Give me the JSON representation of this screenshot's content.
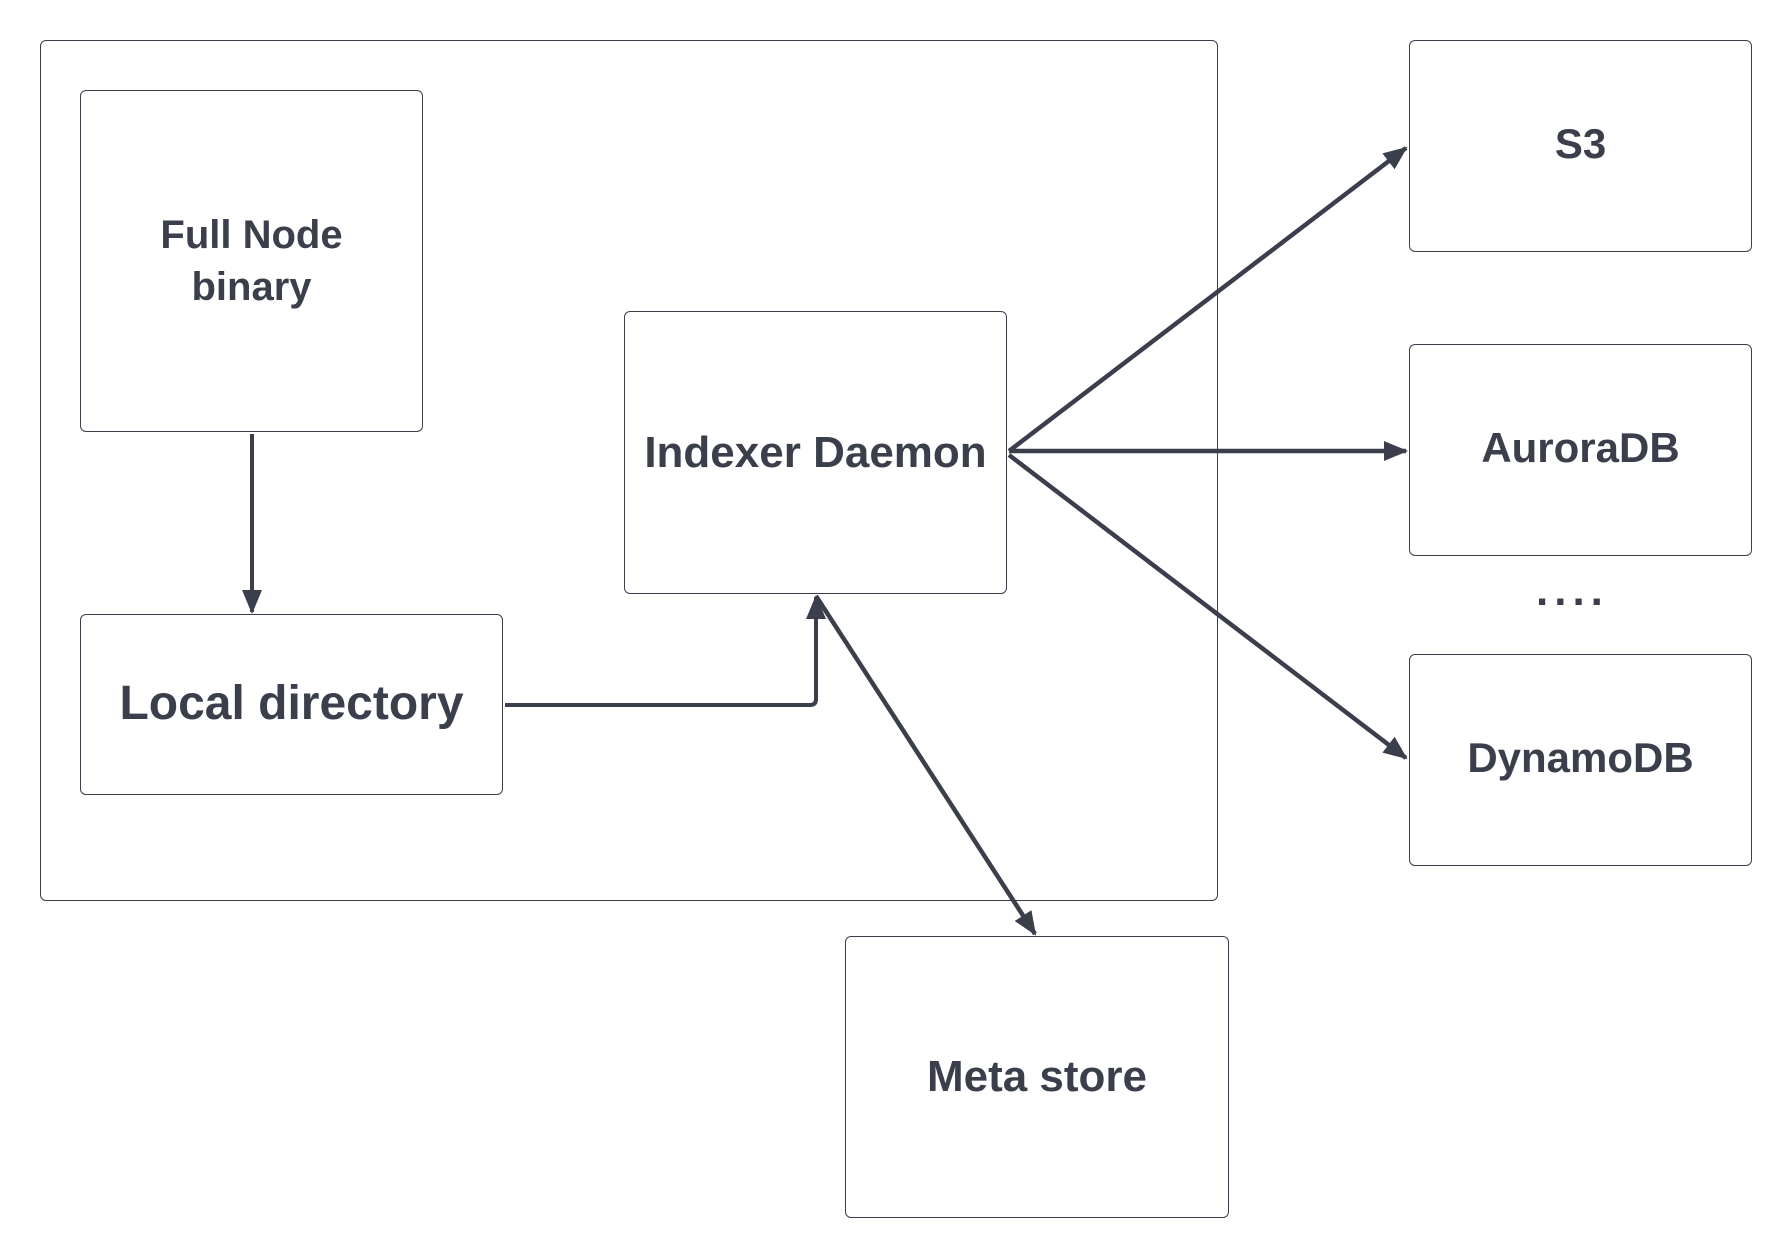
{
  "colors": {
    "stroke": "#3a3f4b",
    "text": "#3a3f4b",
    "background": "#ffffff"
  },
  "nodes": {
    "full_node": "Full Node binary",
    "local_directory": "Local directory",
    "indexer_daemon": "Indexer Daemon",
    "meta_store": "Meta store",
    "s3": "S3",
    "auroradb": "AuroraDB",
    "dynamodb": "DynamoDB",
    "ellipsis": "...."
  },
  "edges": [
    {
      "from": "full_node",
      "to": "local_directory"
    },
    {
      "from": "local_directory",
      "to": "indexer_daemon"
    },
    {
      "from": "indexer_daemon",
      "to": "s3"
    },
    {
      "from": "indexer_daemon",
      "to": "auroradb"
    },
    {
      "from": "indexer_daemon",
      "to": "dynamodb"
    },
    {
      "from": "indexer_daemon",
      "to": "meta_store"
    }
  ]
}
